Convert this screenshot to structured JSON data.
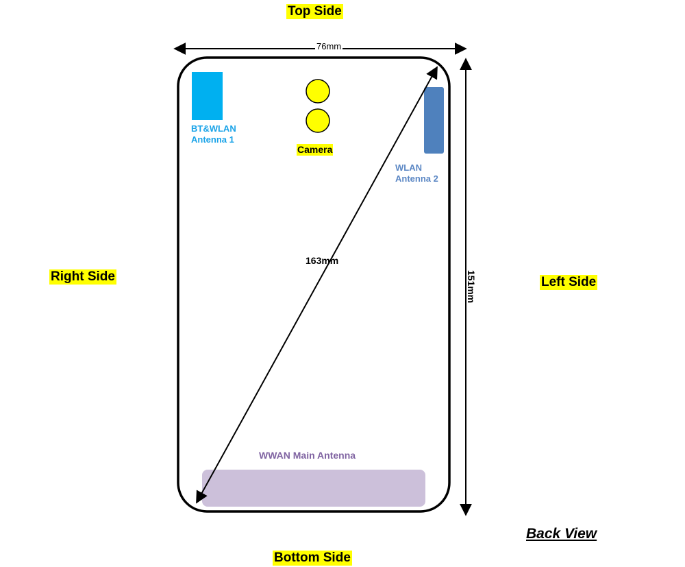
{
  "sides": {
    "top": "Top Side",
    "bottom": "Bottom Side",
    "right": "Right Side",
    "left": "Left Side"
  },
  "view_title": "Back View",
  "dimensions": {
    "width": "76mm",
    "height": "151mm",
    "diagonal": "163mm"
  },
  "components": {
    "bt_wlan_antenna": {
      "line1": "BT&WLAN",
      "line2": "Antenna 1",
      "color": "#00b0f0"
    },
    "wlan_antenna_2": {
      "line1": "WLAN",
      "line2": "Antenna 2",
      "color": "#4f81bd"
    },
    "camera": {
      "label": "Camera",
      "color": "#ffff00"
    },
    "wwan_main_antenna": {
      "label": "WWAN Main Antenna",
      "color": "#ccc0da"
    }
  },
  "colors": {
    "highlight": "#ffff00",
    "outline": "#000000"
  }
}
